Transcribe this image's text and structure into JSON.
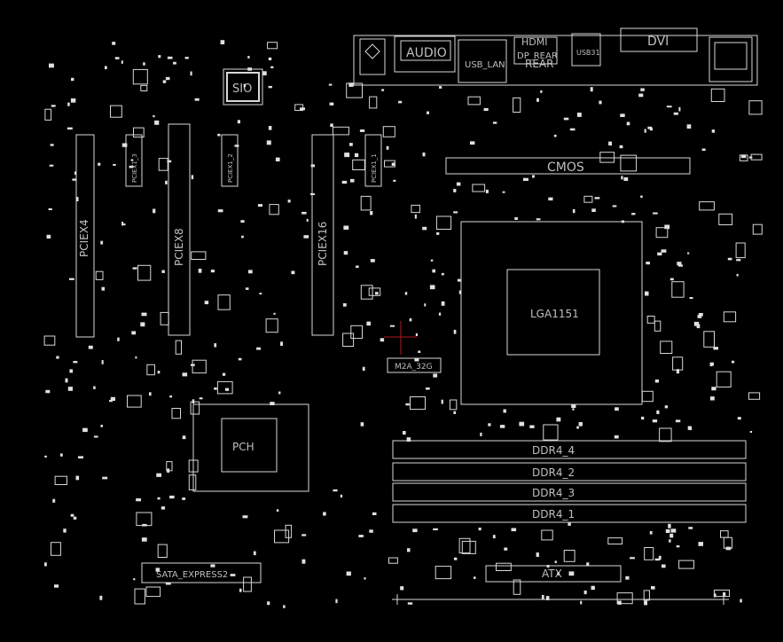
{
  "board": {
    "background": "#000000",
    "line_color": "#d8d8d8",
    "accent_color": "#b01818"
  },
  "labels": {
    "audio": "AUDIO",
    "usb_lan": "USB_LAN",
    "hdmi": "HDMI",
    "dp_rear": "DP_REAR",
    "usb31": "USB31",
    "rear": "REAR",
    "dvi": "DVI",
    "sio": "SIO",
    "pciex4": "PCIEX4",
    "pciex8": "PCIEX8",
    "pciex16": "PCIEX16",
    "pciex1_1": "PCIEX1_1",
    "pciex1_2": "PCIEX1_2",
    "pciex1_3": "PCIEX1_3",
    "cmos": "CMOS",
    "cpu": "LGA1151",
    "m2a": "M2A_32G",
    "pch": "PCH",
    "ddr4_4": "DDR4_4",
    "ddr4_2": "DDR4_2",
    "ddr4_3": "DDR4_3",
    "ddr4_1": "DDR4_1",
    "sata_express2": "SATA_EXPRESS2",
    "atx": "ATX"
  }
}
